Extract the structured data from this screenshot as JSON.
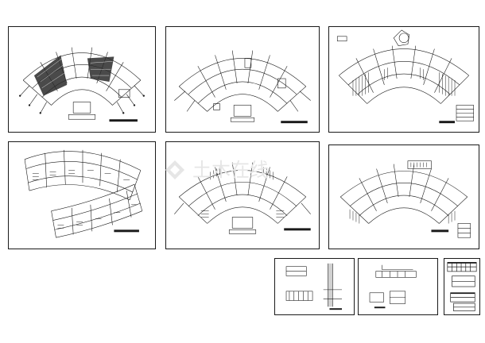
{
  "sheets": [
    {
      "name": "sheet-1",
      "plan": "floor-plan-hatched"
    },
    {
      "name": "sheet-2",
      "plan": "floor-plan"
    },
    {
      "name": "sheet-3",
      "plan": "floor-plan-with-seating"
    },
    {
      "name": "sheet-4",
      "plan": "split-wing-plan"
    },
    {
      "name": "sheet-5",
      "plan": "floor-plan"
    },
    {
      "name": "sheet-6",
      "plan": "floor-plan"
    },
    {
      "name": "sheet-7",
      "plan": "section-detail"
    },
    {
      "name": "sheet-8",
      "plan": "section-detail"
    },
    {
      "name": "sheet-9",
      "plan": "stair-detail"
    }
  ],
  "watermark": {
    "text": "土木在线"
  },
  "colors": {
    "line": "#1a1a1a",
    "paper": "#ffffff",
    "watermark": "#e6e6e6"
  }
}
